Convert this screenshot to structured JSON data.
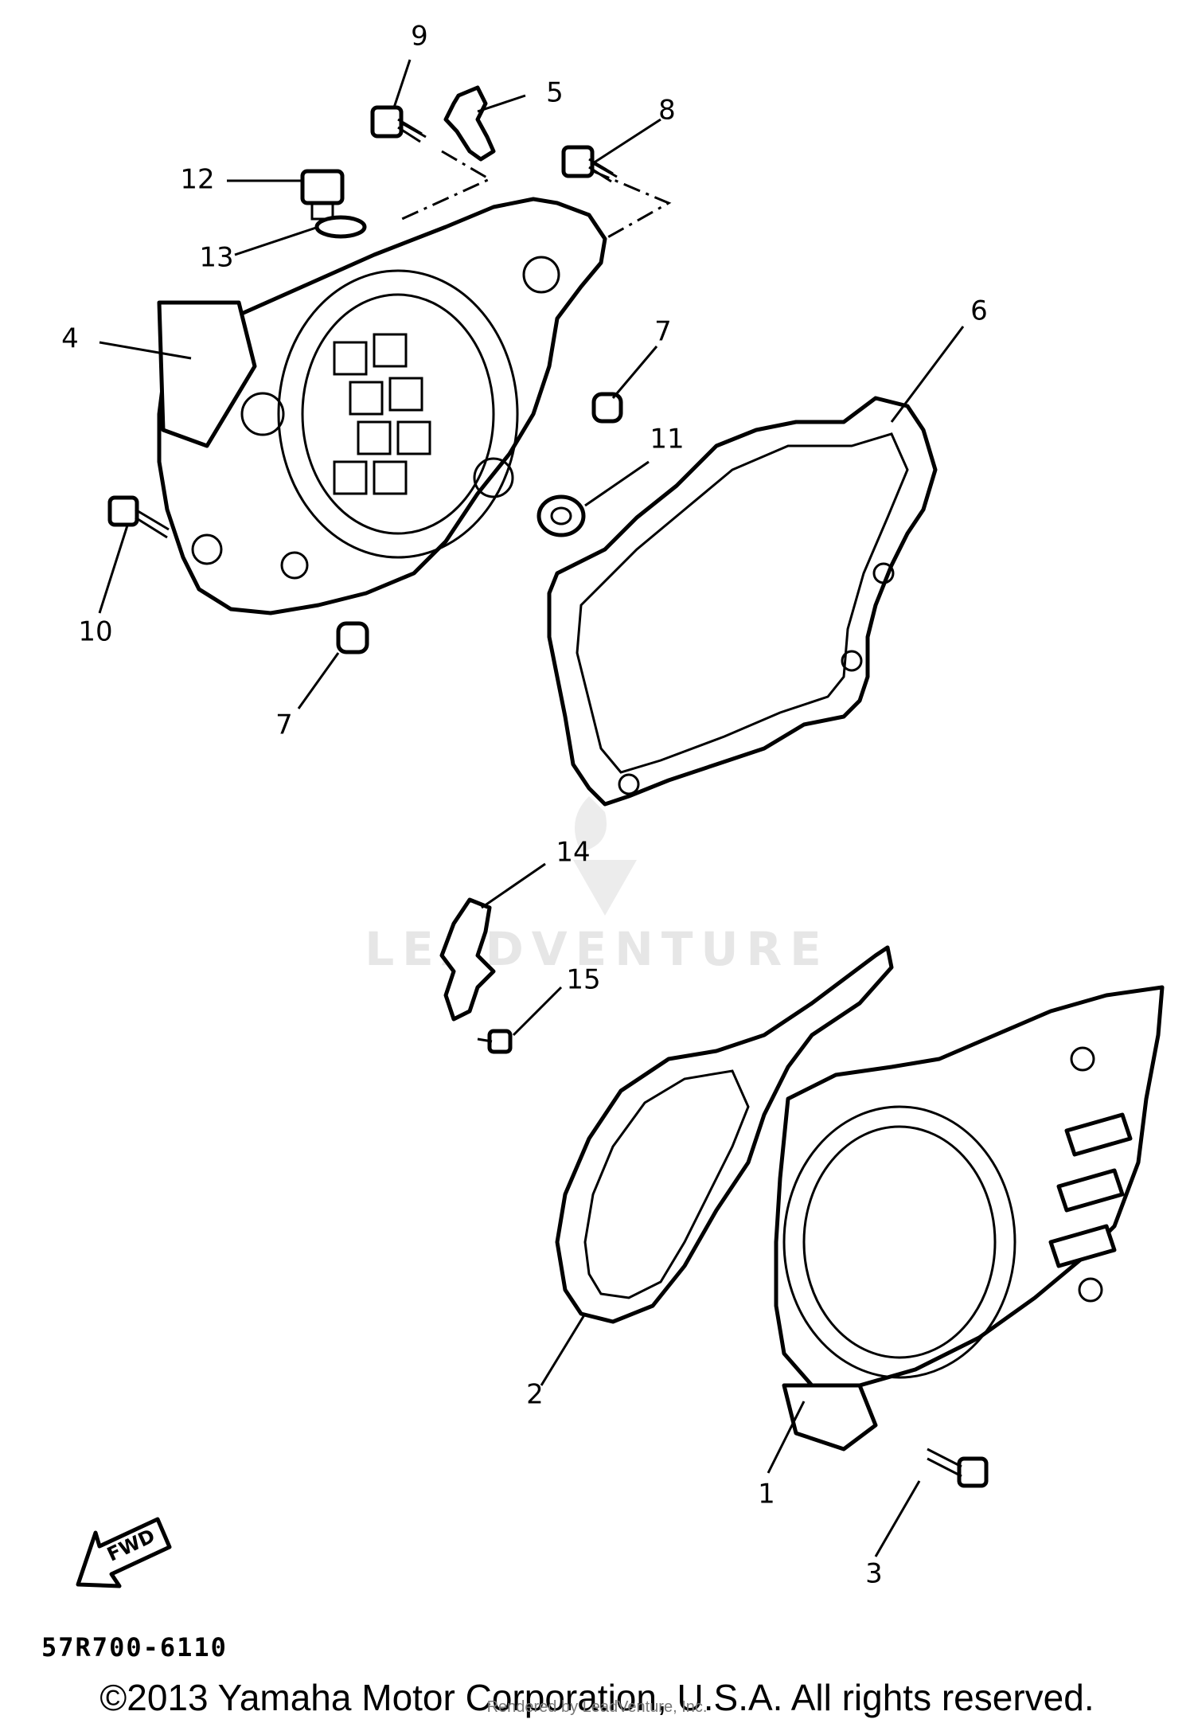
{
  "diagram": {
    "code": "57R700-6110",
    "fwd_label": "FWD",
    "watermark": "LEADVENTURE",
    "callouts": [
      {
        "id": "c1",
        "label": "1"
      },
      {
        "id": "c2",
        "label": "2"
      },
      {
        "id": "c3",
        "label": "3"
      },
      {
        "id": "c4",
        "label": "4"
      },
      {
        "id": "c5",
        "label": "5"
      },
      {
        "id": "c6",
        "label": "6"
      },
      {
        "id": "c7a",
        "label": "7"
      },
      {
        "id": "c7b",
        "label": "7"
      },
      {
        "id": "c8",
        "label": "8"
      },
      {
        "id": "c9",
        "label": "9"
      },
      {
        "id": "c10",
        "label": "10"
      },
      {
        "id": "c11",
        "label": "11"
      },
      {
        "id": "c12",
        "label": "12"
      },
      {
        "id": "c13",
        "label": "13"
      },
      {
        "id": "c14",
        "label": "14"
      },
      {
        "id": "c15",
        "label": "15"
      }
    ]
  },
  "footer": {
    "copyright": "©2013 Yamaha Motor Corporation, U.S.A. All rights reserved.",
    "rendered_by": "Rendered by LeadVenture, Inc."
  }
}
